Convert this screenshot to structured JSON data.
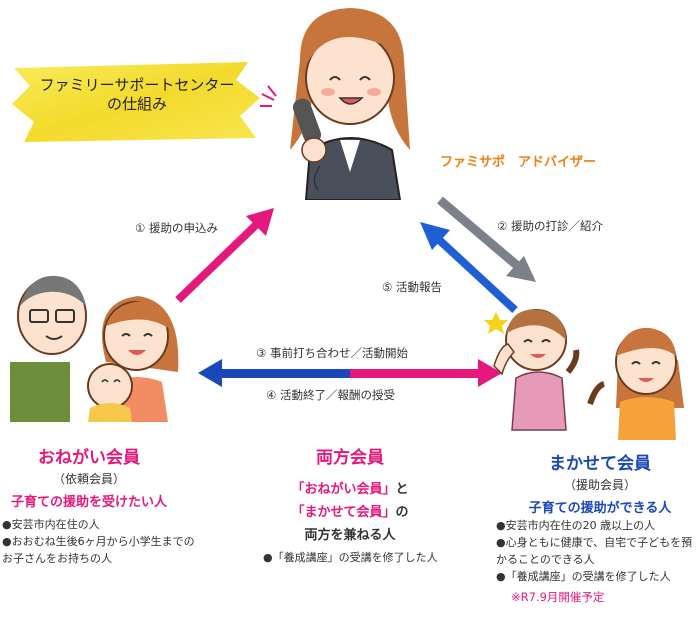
{
  "banner": {
    "line1": "ファミリーサポートセンター",
    "line2": "の仕組み"
  },
  "advisor": {
    "label": "ファミサポ　アドバイザー"
  },
  "arrows": {
    "apply": "① 援助の申込み",
    "coordinate": "② 援助の打診／紹介",
    "meeting": "③ 事前打ち合わせ／活動開始",
    "finish": "④ 活動終了／報酬の授受",
    "report": "⑤ 活動報告"
  },
  "left": {
    "title": "おねがい会員",
    "sub": "（依頼会員）",
    "desc": "子育ての援助を受けたい人",
    "bullets": [
      "●安芸市内在住の人",
      "●おおむね生後6ヶ月から小学生までの",
      "お子さんをお持ちの人"
    ]
  },
  "center": {
    "title": "両方会員",
    "line1a": "「おねがい会員」",
    "line1b": "と",
    "line2a": "「まかせて会員」",
    "line2b": "の",
    "line3": "両方を兼ねる人",
    "bullet": "●「養成講座」の受講を修了した人"
  },
  "right": {
    "title": "まかせて会員",
    "sub": "（援助会員）",
    "desc": "子育ての援助ができる人",
    "bullets": [
      "●安芸市内在住の20 歳以上の人",
      "●心身ともに健康で、自宅で子どもを預",
      "かることのできる人",
      "●「養成講座」の受講を修了した人"
    ],
    "note": "※R7.9月開催予定"
  },
  "colors": {
    "pink": "#e5197d",
    "navy": "#1a3a8f",
    "blue": "#1f5fd6",
    "gray": "#8a8f99",
    "banner": "#f6e23c"
  }
}
